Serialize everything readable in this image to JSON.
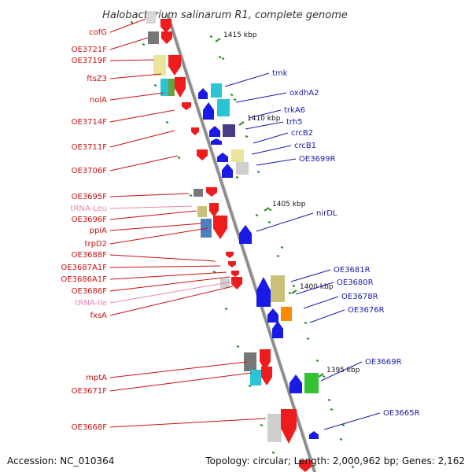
{
  "title": "Halobacterium salinarum R1, complete genome",
  "footer": {
    "accession": "Accession: NC_010364",
    "summary": "Topology: circular; Length: 2,000,962 bp; Genes: 2,162"
  },
  "colors": {
    "forward": "#ee1c1c",
    "reverse": "#1a1ae6",
    "trna": "#e986b6",
    "backbone": "#8c8c8c",
    "tick": "#2e8b2e"
  },
  "position_ticks": [
    "1415 kbp",
    "1410 kbp",
    "1405 kbp",
    "1400 kbp",
    "1395 kbp"
  ],
  "left_labels": [
    {
      "text": "cofG",
      "kind": "gene"
    },
    {
      "text": "OE3721F",
      "kind": "gene"
    },
    {
      "text": "OE3719F",
      "kind": "gene"
    },
    {
      "text": "ftsZ3",
      "kind": "gene"
    },
    {
      "text": "nolA",
      "kind": "gene"
    },
    {
      "text": "OE3714F",
      "kind": "gene"
    },
    {
      "text": "OE3711F",
      "kind": "gene"
    },
    {
      "text": "OE3706F",
      "kind": "gene"
    },
    {
      "text": "OE3695F",
      "kind": "gene"
    },
    {
      "text": "tRNA-Leu",
      "kind": "trna"
    },
    {
      "text": "OE3696F",
      "kind": "gene"
    },
    {
      "text": "ppiA",
      "kind": "gene"
    },
    {
      "text": "trpD2",
      "kind": "gene"
    },
    {
      "text": "OE3688F",
      "kind": "gene"
    },
    {
      "text": "OE3687A1F",
      "kind": "gene"
    },
    {
      "text": "OE3686A1F",
      "kind": "gene"
    },
    {
      "text": "OE3686F",
      "kind": "gene"
    },
    {
      "text": "tRNA-Ile",
      "kind": "trna"
    },
    {
      "text": "fxsA",
      "kind": "gene"
    },
    {
      "text": "mptA",
      "kind": "gene"
    },
    {
      "text": "OE3671F",
      "kind": "gene"
    },
    {
      "text": "OE3668F",
      "kind": "gene"
    }
  ],
  "right_labels": [
    {
      "text": "tmk"
    },
    {
      "text": "oxdhA2"
    },
    {
      "text": "trkA6"
    },
    {
      "text": "trh5"
    },
    {
      "text": "crcB2"
    },
    {
      "text": "crcB1"
    },
    {
      "text": "OE3699R"
    },
    {
      "text": "nirDL"
    },
    {
      "text": "OE3681R"
    },
    {
      "text": "OE3680R"
    },
    {
      "text": "OE3678R"
    },
    {
      "text": "OE3676R"
    },
    {
      "text": "OE3669R"
    },
    {
      "text": "OE3665R"
    }
  ]
}
